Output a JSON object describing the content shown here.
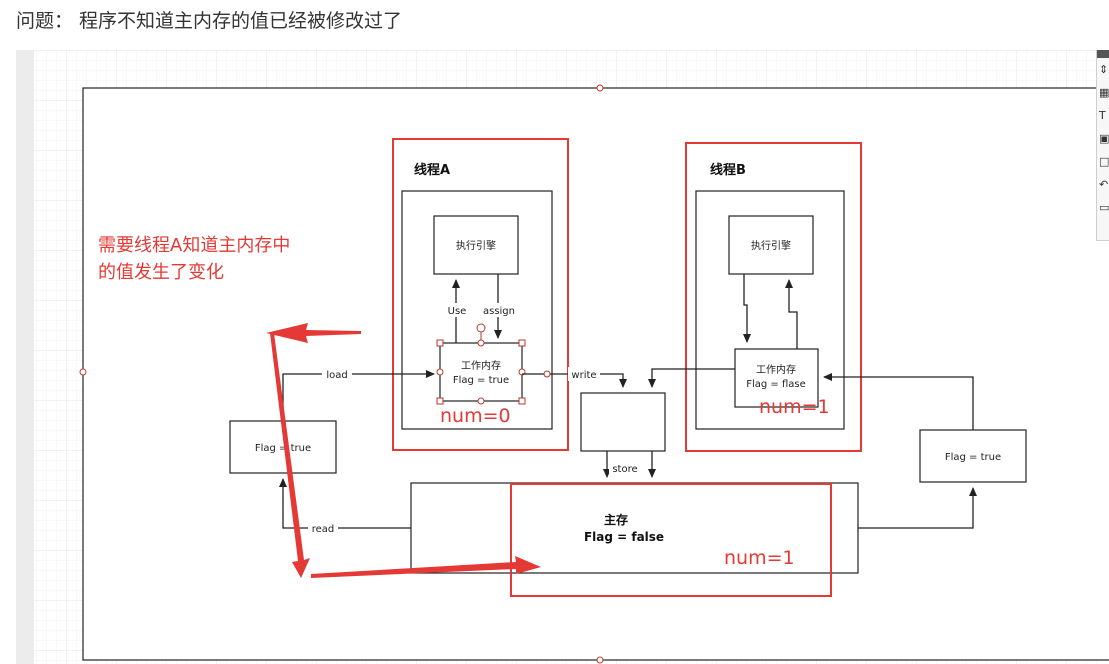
{
  "heading": "问题： 程序不知道主内存的值已经被修改过了",
  "diagram": {
    "thread_a": {
      "title": "线程A",
      "engine": "执行引擎",
      "use_label": "Use",
      "assign_label": "assign",
      "work_memory_line1": "工作内存",
      "work_memory_line2": "Flag = true",
      "num_note": "num=0"
    },
    "thread_b": {
      "title": "线程B",
      "engine": "执行引擎",
      "work_memory_line1": "工作内存",
      "work_memory_line2": "Flag = flase",
      "num_note": "num=1"
    },
    "left_flag": "Flag = true",
    "right_flag": "Flag = true",
    "main_memory_line1": "主存",
    "main_memory_line2": "Flag = false",
    "main_num_note": "num=1",
    "edge_labels": {
      "load": "load",
      "write": "write",
      "store": "store",
      "read": "read"
    },
    "annotation_line1": "需要线程A知道主内存中",
    "annotation_line2": "的值发生了变化"
  },
  "colors": {
    "highlight_red": "#e53935",
    "stroke": "#222222",
    "grid": "#eef0f3"
  },
  "toolbar": {
    "icons": [
      "scroll-handle-icon",
      "format-icon",
      "text-icon",
      "panel-icon",
      "page-icon",
      "undo-icon",
      "comment-icon"
    ]
  }
}
